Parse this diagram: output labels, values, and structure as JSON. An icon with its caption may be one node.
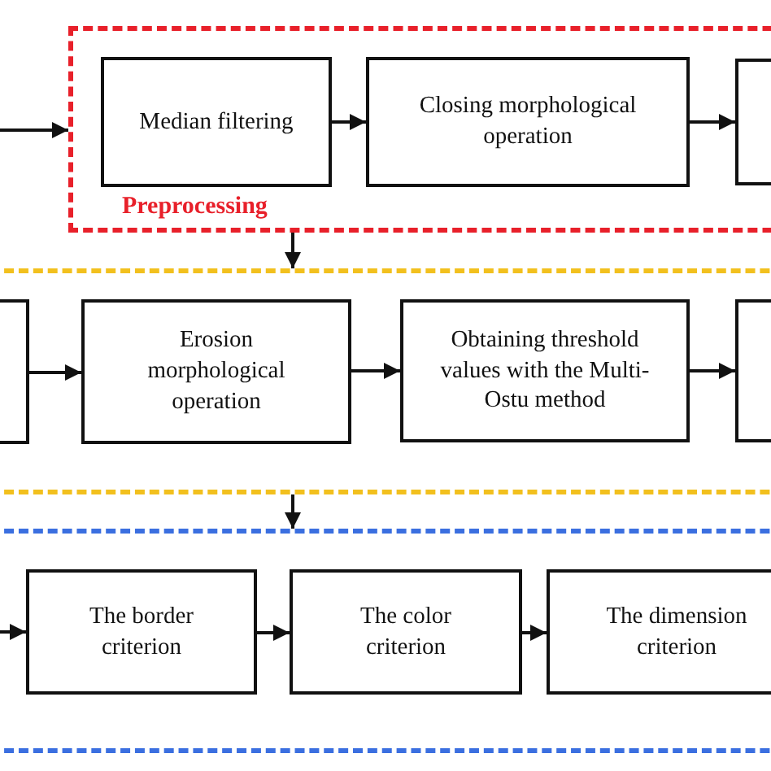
{
  "diagram": {
    "nodes": [
      {
        "text": [
          "Preprocessing"
        ]
      },
      {
        "text": [
          "Median filtering"
        ],
        "in": 0
      },
      {
        "text": [
          "Closing morphological operation"
        ],
        "in": 0
      },
      {
        "text": [],
        "shape": "box",
        "in": 0
      },
      {
        "text": [],
        "shape": "box"
      },
      {
        "text": [],
        "shape": "box",
        "in": 4
      },
      {
        "text": [
          "Erosion morphological operation"
        ],
        "in": 4
      },
      {
        "text": [
          "Obtaining threshold values with the Multi-Ostu method"
        ],
        "in": 4
      },
      {
        "text": [],
        "shape": "box",
        "in": 4
      },
      {
        "text": [],
        "shape": "box"
      },
      {
        "text": [
          "The border criterion"
        ],
        "in": 9
      },
      {
        "text": [
          "The color criterion"
        ],
        "in": 9
      },
      {
        "text": [
          "The dimension criterion"
        ],
        "in": 9
      }
    ],
    "edges": [
      {
        "from": null,
        "to": 0,
        "arrow": "to"
      },
      {
        "from": 1,
        "to": 2,
        "arrow": "to"
      },
      {
        "from": 2,
        "to": 3,
        "arrow": "to"
      },
      {
        "from": 0,
        "to": 4,
        "arrow": "to"
      },
      {
        "from": 5,
        "to": 6,
        "arrow": "to"
      },
      {
        "from": 6,
        "to": 7,
        "arrow": "to"
      },
      {
        "from": 7,
        "to": 8,
        "arrow": "to"
      },
      {
        "from": 4,
        "to": 9,
        "arrow": "to"
      },
      {
        "from": null,
        "to": 10,
        "arrow": "to"
      },
      {
        "from": 10,
        "to": 11,
        "arrow": "to"
      },
      {
        "from": 11,
        "to": 12,
        "arrow": "to"
      }
    ]
  }
}
